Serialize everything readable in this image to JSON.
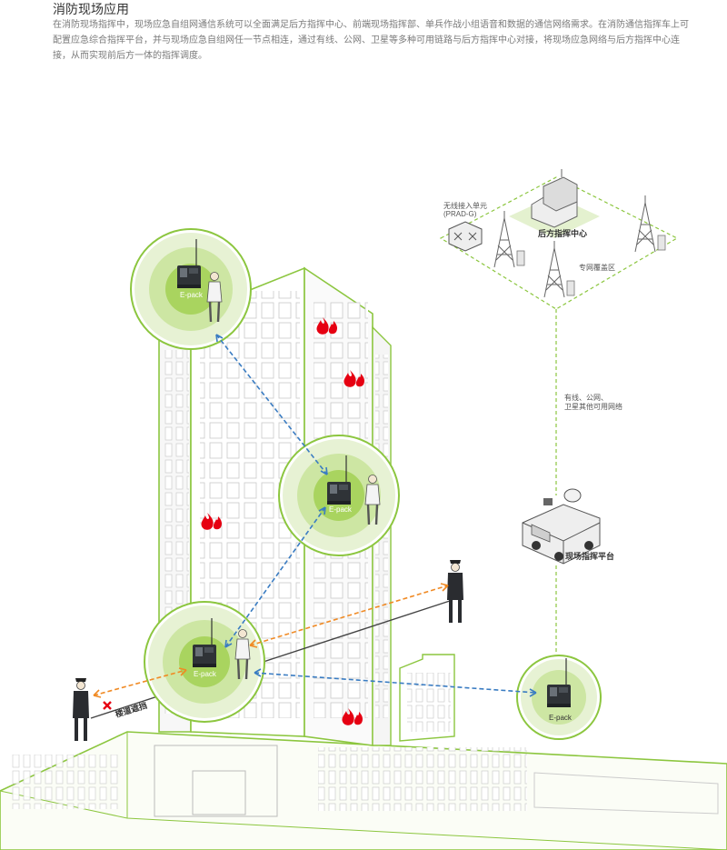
{
  "header": {
    "title": "消防现场应用",
    "description": "在消防现场指挥中，现场应急自组网通信系统可以全面满足后方指挥中心、前端现场指挥部、单兵作战小组语音和数据的通信网络需求。在消防通信指挥车上可配置应急综合指挥平台，并与现场应急自组网任一节点相连，通过有线、公网、卫星等多种可用链路与后方指挥中心对接，将现场应急网络与后方指挥中心连接，从而实现前后方一体的指挥调度。"
  },
  "diagram": {
    "node_label": "E-pack",
    "command_center": "后方指挥中心",
    "wireless_unit_line1": "无线接入单元",
    "wireless_unit_line2": "(PRAD-G)",
    "private_coverage": "专网覆盖区",
    "link_line1": "有线、公网、",
    "link_line2": "卫星其他可用网络",
    "field_platform": "现场指挥平台",
    "blocked": "楼道遮挡"
  },
  "colors": {
    "green": "#8cc63f",
    "green_dark": "#6fa42b",
    "blue_link": "#3a7cc2",
    "orange_link": "#f08a24",
    "blocked_mark": "#e60012",
    "fire": "#e60012"
  }
}
